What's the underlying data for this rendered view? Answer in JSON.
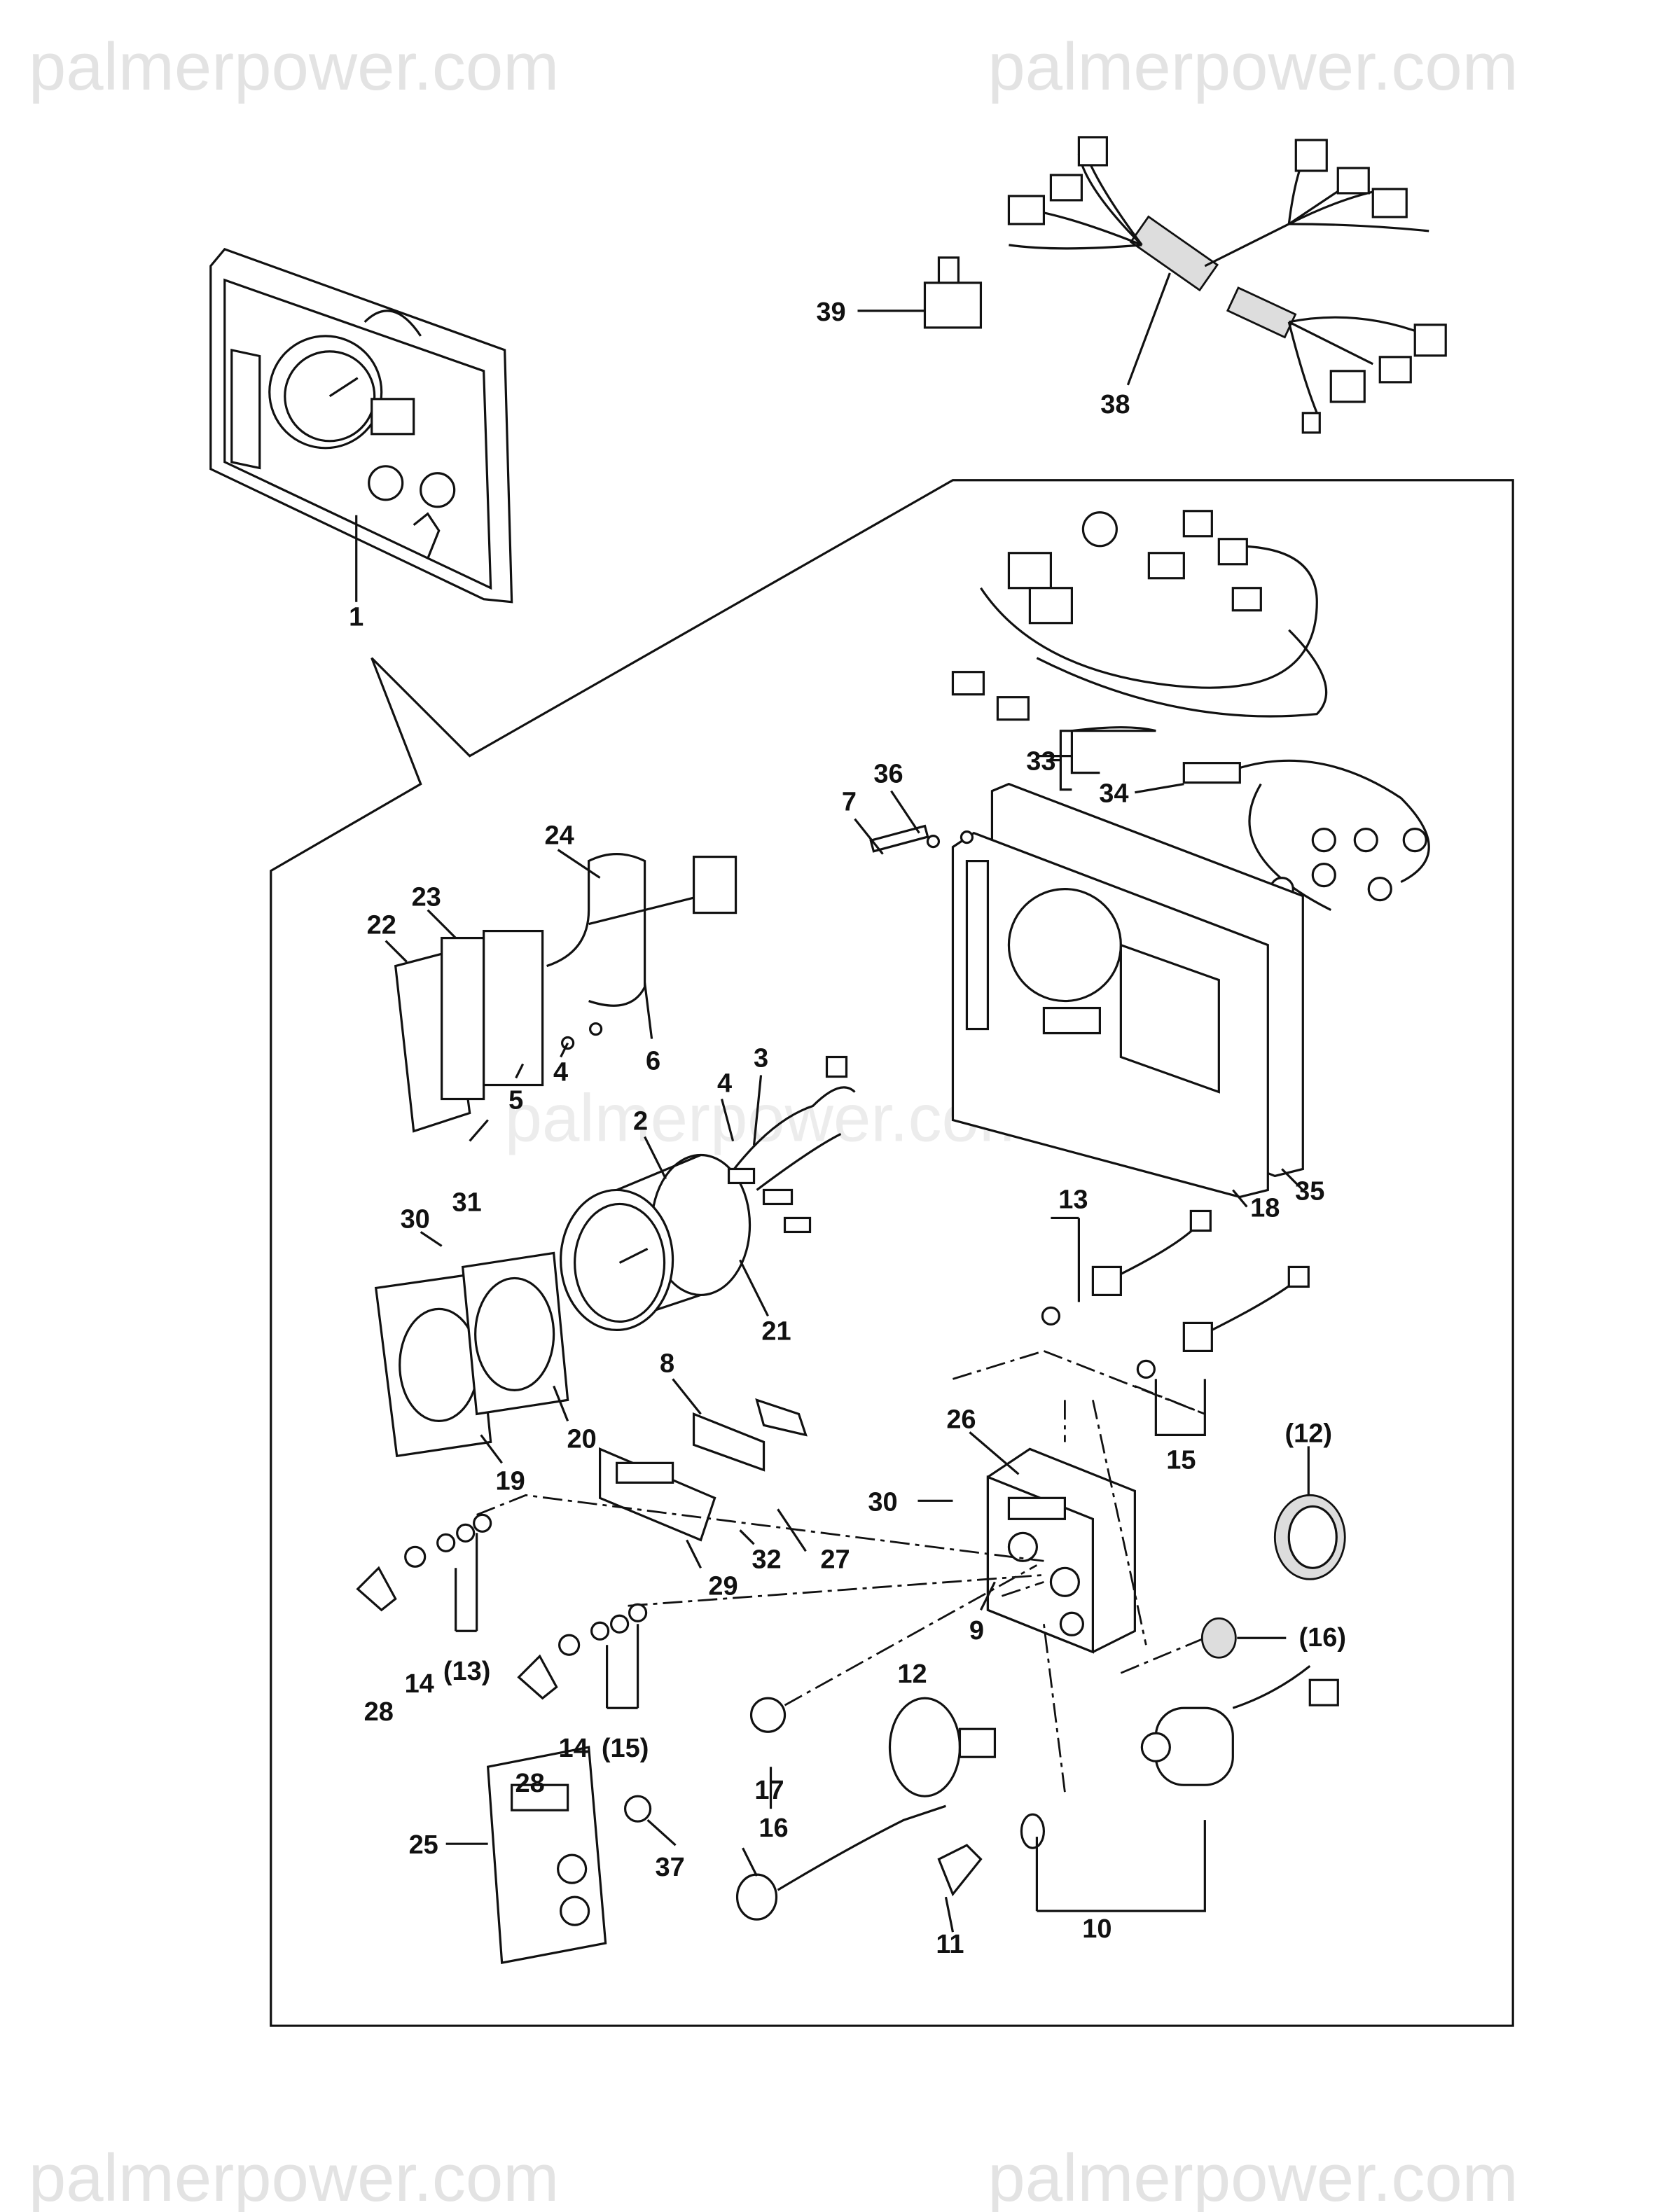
{
  "watermark": "palmerpower.com",
  "labels": {
    "p1": "1",
    "p2": "2",
    "p3": "3",
    "p4a": "4",
    "p4b": "4",
    "p5": "5",
    "p6": "6",
    "p7": "7",
    "p8": "8",
    "p9": "9",
    "p10": "10",
    "p11": "11",
    "p12": "12",
    "p12r": "(12)",
    "p13": "13",
    "p13r": "(13)",
    "p14a": "14",
    "p14b": "14",
    "p15": "15",
    "p15r": "(15)",
    "p16": "16",
    "p16r": "(16)",
    "p17": "17",
    "p18": "18",
    "p19": "19",
    "p20": "20",
    "p21": "21",
    "p22": "22",
    "p23": "23",
    "p24": "24",
    "p25": "25",
    "p26": "26",
    "p27": "27",
    "p28a": "28",
    "p28b": "28",
    "p29": "29",
    "p30a": "30",
    "p30b": "30",
    "p31": "31",
    "p32": "32",
    "p33": "33",
    "p34": "34",
    "p35": "35",
    "p36": "36",
    "p37": "37",
    "p38": "38",
    "p39": "39"
  }
}
